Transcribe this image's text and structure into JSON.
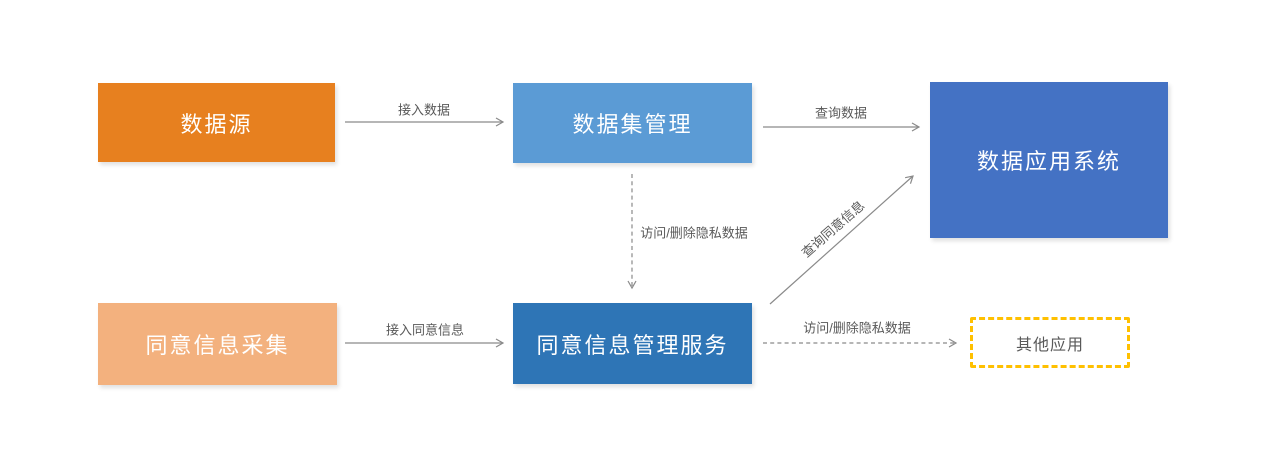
{
  "nodes": {
    "data_source": {
      "label": "数据源",
      "fill": "#E7801F",
      "text": "#FFFFFF"
    },
    "dataset_mgmt": {
      "label": "数据集管理",
      "fill": "#5B9BD5",
      "text": "#FFFFFF"
    },
    "data_app_system": {
      "label": "数据应用系统",
      "fill": "#4472C4",
      "text": "#FFFFFF"
    },
    "consent_collection": {
      "label": "同意信息采集",
      "fill": "#F3B17E",
      "text": "#FFFFFF"
    },
    "consent_mgmt_service": {
      "label": "同意信息管理服务",
      "fill": "#2E75B6",
      "text": "#FFFFFF"
    },
    "other_apps": {
      "label": "其他应用",
      "border": "#FFC000",
      "text": "#595959"
    }
  },
  "edges": {
    "access_data": {
      "label": "接入数据",
      "from": "data_source",
      "to": "dataset_mgmt",
      "style": "solid"
    },
    "query_data": {
      "label": "查询数据",
      "from": "dataset_mgmt",
      "to": "data_app_system",
      "style": "solid"
    },
    "access_delete_private_down": {
      "label": "访问/删除隐私数据",
      "from": "dataset_mgmt",
      "to": "consent_mgmt_service",
      "style": "dashed"
    },
    "access_consent": {
      "label": "接入同意信息",
      "from": "consent_collection",
      "to": "consent_mgmt_service",
      "style": "solid"
    },
    "query_consent": {
      "label": "查询同意信息",
      "from": "consent_mgmt_service",
      "to": "data_app_system",
      "style": "solid"
    },
    "access_delete_private_right": {
      "label": "访问/删除隐私数据",
      "from": "consent_mgmt_service",
      "to": "other_apps",
      "style": "dashed"
    }
  },
  "colors": {
    "arrow": "#8A8A8A",
    "edge_label": "#595959",
    "node_text": "#FFFFFF",
    "other_apps_border": "#FFC000",
    "background": "#FFFFFF"
  }
}
